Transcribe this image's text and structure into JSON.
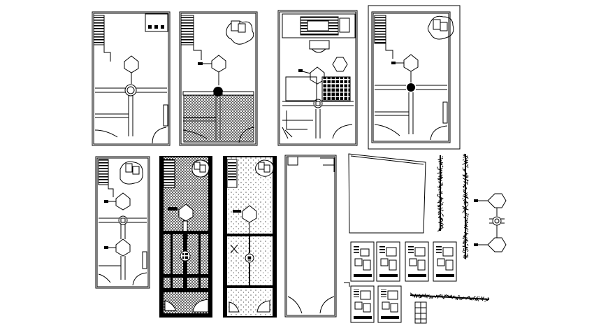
{
  "drawing": {
    "type": "architectural CAD sheet",
    "colors": {
      "background": "#ffffff",
      "linework": "#000000",
      "hatch": "#000000"
    },
    "sheets": [
      {
        "id": "plan-1",
        "kind": "floor-plan",
        "framed": false
      },
      {
        "id": "plan-2",
        "kind": "floor-plan-hatched",
        "framed": false
      },
      {
        "id": "plan-3",
        "kind": "floor-plan-with-roof",
        "framed": false
      },
      {
        "id": "plan-4",
        "kind": "floor-plan",
        "framed": true
      },
      {
        "id": "plan-5",
        "kind": "floor-plan",
        "framed": false
      },
      {
        "id": "plan-6",
        "kind": "floor-plan-dark-hatch",
        "framed": false
      },
      {
        "id": "plan-7",
        "kind": "floor-plan-dotted",
        "framed": false
      },
      {
        "id": "plan-8",
        "kind": "outline-plan",
        "framed": false
      },
      {
        "id": "plan-9",
        "kind": "site-outline",
        "framed": false
      }
    ],
    "mini_sheets": 6,
    "details": [
      "hedge-strip-vertical-1",
      "hedge-strip-vertical-2",
      "hedge-strip-horizontal",
      "hexagon-cluster"
    ]
  }
}
